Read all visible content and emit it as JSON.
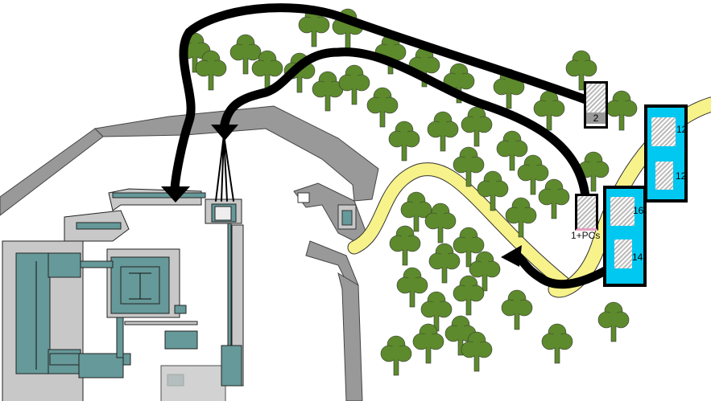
{
  "colors": {
    "forest": "#5d8a2c",
    "trunk": "#5d8a2c",
    "road": "#f7f28a",
    "castle_floor": "#669999",
    "wall": "#c8c8c8",
    "outer_wall": "#999999",
    "unit_box": "#00c8f0",
    "arrow": "#000000"
  },
  "units": {
    "scout": {
      "count": "2"
    },
    "group_a": {
      "top_count": "12",
      "bottom_count": "12"
    },
    "group_b": {
      "top_count": "16",
      "bottom_count": "14"
    },
    "party": {
      "label": "1+PCs"
    }
  }
}
